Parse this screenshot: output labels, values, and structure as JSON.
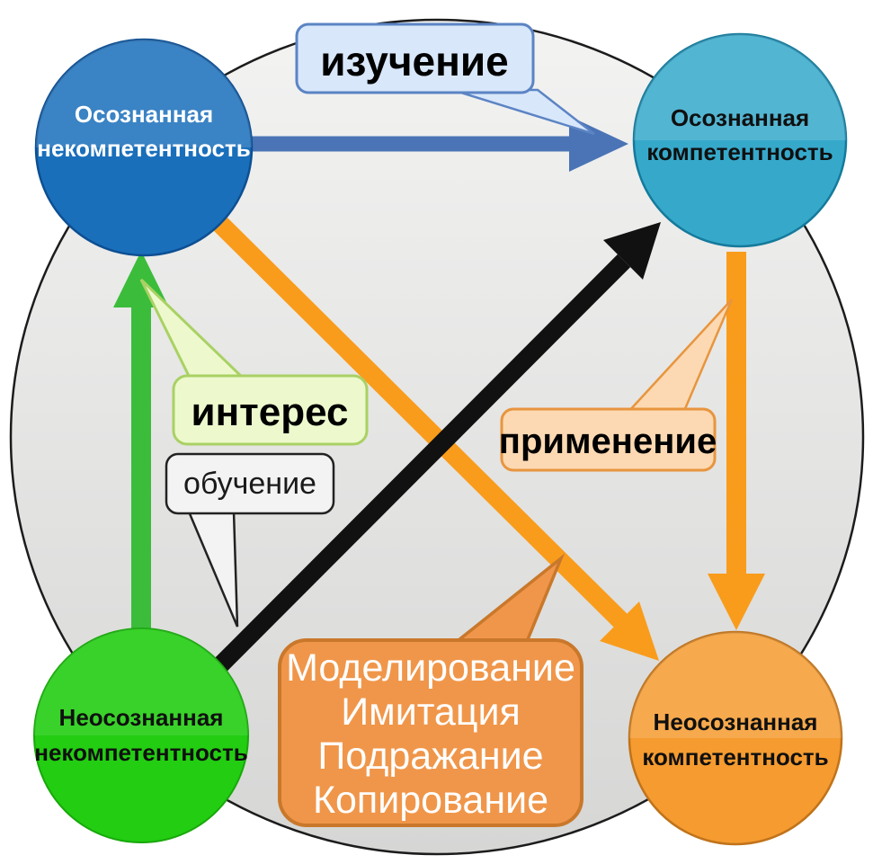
{
  "background": {
    "page_color": "#ffffff",
    "circle_fill": "#e4e4e3",
    "circle_stroke": "#1c1c1c"
  },
  "nodes": [
    {
      "id": "conscious-incompetence",
      "line1": "Осознанная",
      "line2": "некомпетентность",
      "fill": "#1a6fbb",
      "stroke": "#0d4f92",
      "text_color": "#ffffff"
    },
    {
      "id": "conscious-competence",
      "line1": "Осознанная",
      "line2": "компетентность",
      "fill": "#36a9cb",
      "stroke": "#157a9b",
      "text_color": "#101010"
    },
    {
      "id": "unconscious-incompetence",
      "line1": "Неосознанная",
      "line2": "некомпетентность",
      "fill": "#23cd12",
      "stroke": "#17a80a",
      "text_color": "#101010"
    },
    {
      "id": "unconscious-competence",
      "line1": "Неосознанная",
      "line2": "компетентность",
      "fill": "#f59b30",
      "stroke": "#c0731a",
      "text_color": "#101010"
    }
  ],
  "arrows": {
    "study_color": "#4a74b5",
    "interest_color": "#3bbd3b",
    "training_color": "#111111",
    "application_color": "#f99c1b",
    "modeling_color": "#f99c1b"
  },
  "callouts": {
    "study": {
      "label": "изучение",
      "fill": "#d8e7fa",
      "border": "#5b84c4",
      "text_color": "#000000"
    },
    "interest": {
      "label": "интерес",
      "fill": "#edf9cd",
      "border": "#a9d164",
      "text_color": "#000000"
    },
    "training": {
      "label": "обучение",
      "fill": "#f3f3f3",
      "border": "#222222",
      "text_color": "#1a1a1a"
    },
    "application": {
      "label": "применение",
      "fill": "#fcd9b2",
      "border": "#e8953e",
      "text_color": "#000000"
    },
    "modeling": {
      "lines": [
        "Моделирование",
        "Имитация",
        "Подражание",
        "Копирование"
      ],
      "fill": "#f0964a",
      "border": "#c9782b",
      "text_color": "#ffffff"
    }
  }
}
